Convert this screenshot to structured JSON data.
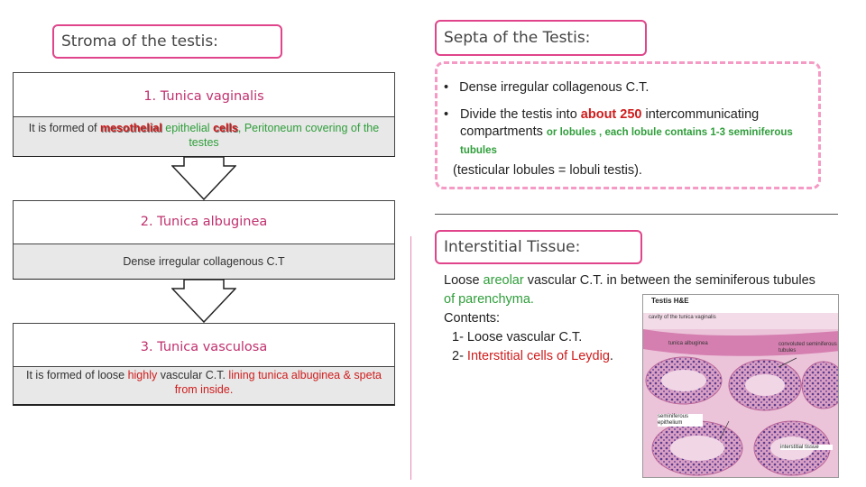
{
  "left": {
    "title": "Stroma of the testis:",
    "tunica1": {
      "title": "1. Tunica vaginalis",
      "p1": "It is formed of ",
      "mesothelial": "mesothelial",
      "p2": " epithelial ",
      "cells": "cells",
      "p3": ", Peritoneum covering of the testes"
    },
    "tunica2": {
      "title": "2. Tunica albuginea",
      "body": "Dense irregular collagenous C.T"
    },
    "tunica3": {
      "title": "3. Tunica vasculosa",
      "p1": "It is formed of loose ",
      "highly": "highly",
      "p2": " vascular C.T. ",
      "p3": "lining tunica albuginea & speta from inside."
    }
  },
  "right": {
    "septa_title": "Septa of the Testis:",
    "bullet_char": "•",
    "bullet1": "Dense irregular collagenous C.T.",
    "bullet2_a": "Divide the testis into ",
    "bullet2_b": "about 250",
    "bullet2_c": " intercommunicating compartments ",
    "bullet2_d": "or lobules , each lobule contains 1-3 seminiferous tubules",
    "lobules_note": "(testicular lobules = lobuli testis).",
    "interstitial_title": "Interstitial Tissue:",
    "i1": "Loose ",
    "i2": "areolar",
    "i3": " vascular C.T. in between the seminiferous tubules ",
    "i4": "of parenchyma.",
    "contents": "Contents:",
    "c1": "1- Loose vascular C.T.",
    "c2a": "2- ",
    "c2b": "Interstitial cells of Leydig",
    "c2c": "."
  },
  "image": {
    "title": "Testis H&E",
    "labels": [
      "cavity of the tunica vaginalis",
      "tunica albuginea",
      "convoluted seminiferous tubules",
      "seminiferous epithelium",
      "interstitial tissue"
    ]
  },
  "colors": {
    "accent_pink": "#e0458b",
    "red": "#d01c1c",
    "green": "#2f9e3a",
    "tissue_pink": "#e8a8c8"
  }
}
